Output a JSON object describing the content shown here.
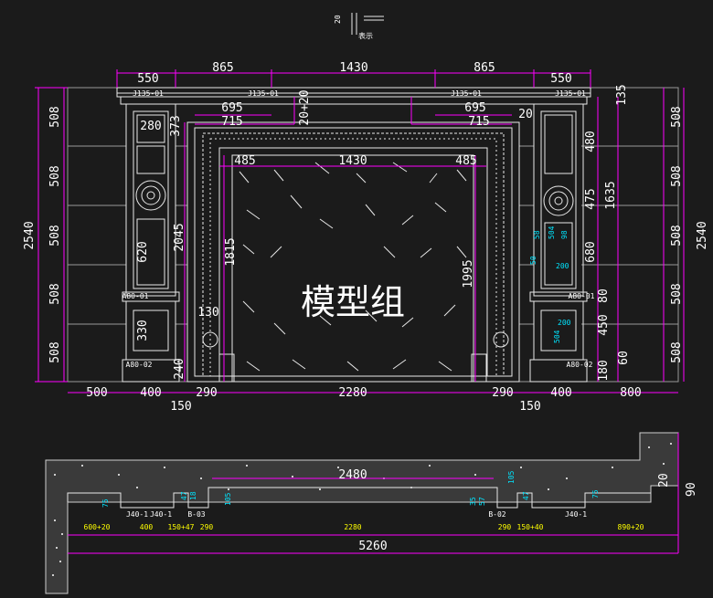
{
  "watermark": "模型组",
  "top_note": {
    "value": "20",
    "label": "表示"
  },
  "elevation": {
    "top_dims": [
      "550",
      "865",
      "1430",
      "865",
      "550"
    ],
    "bottom_dims": [
      "500",
      "400",
      "290",
      "2280",
      "290",
      "400",
      "800"
    ],
    "bottom_sub": [
      "150",
      "150"
    ],
    "left_total": "2540",
    "right_total": "2540",
    "row_dims": [
      "508",
      "508",
      "508",
      "508",
      "508"
    ],
    "inner": {
      "d695_l": "695",
      "d715_l": "715",
      "d695_r": "695",
      "d715_r": "715",
      "d485_l": "485",
      "d1430": "1430",
      "d485_r": "485",
      "d373": "373",
      "d20x20": "20+20",
      "d20": "20",
      "d280": "280",
      "d620": "620",
      "d2045": "2045",
      "d1815": "1815",
      "d1995": "1995",
      "d330": "330",
      "d130": "130",
      "d240": "240"
    },
    "right_dims": [
      "135",
      "480",
      "475",
      "1635",
      "680",
      "80",
      "450",
      "60",
      "180"
    ],
    "tags": {
      "j135_1": "J135-01",
      "j135_2": "J135-01",
      "j135_3": "J135-01",
      "j135_4": "J135-01",
      "a80_1": "A80-01",
      "a80_2": "A80-02",
      "a80_3": "A80-01",
      "a80_4": "A80-02"
    },
    "cyan_labels": [
      "58",
      "504",
      "98",
      "50",
      "200",
      "504",
      "200"
    ]
  },
  "plan": {
    "d2480": "2480",
    "bottom_dims": [
      "600+20",
      "400",
      "150+47",
      "290",
      "2280",
      "290",
      "150+40",
      "890+20"
    ],
    "total": "5260",
    "right_dims": [
      "20",
      "90"
    ],
    "small": [
      "75",
      "47",
      "18",
      "105",
      "35",
      "57",
      "105",
      "47",
      "75"
    ],
    "tags": [
      "J40-1",
      "J40-1",
      "B-03",
      "B-02",
      "J40-1"
    ]
  }
}
